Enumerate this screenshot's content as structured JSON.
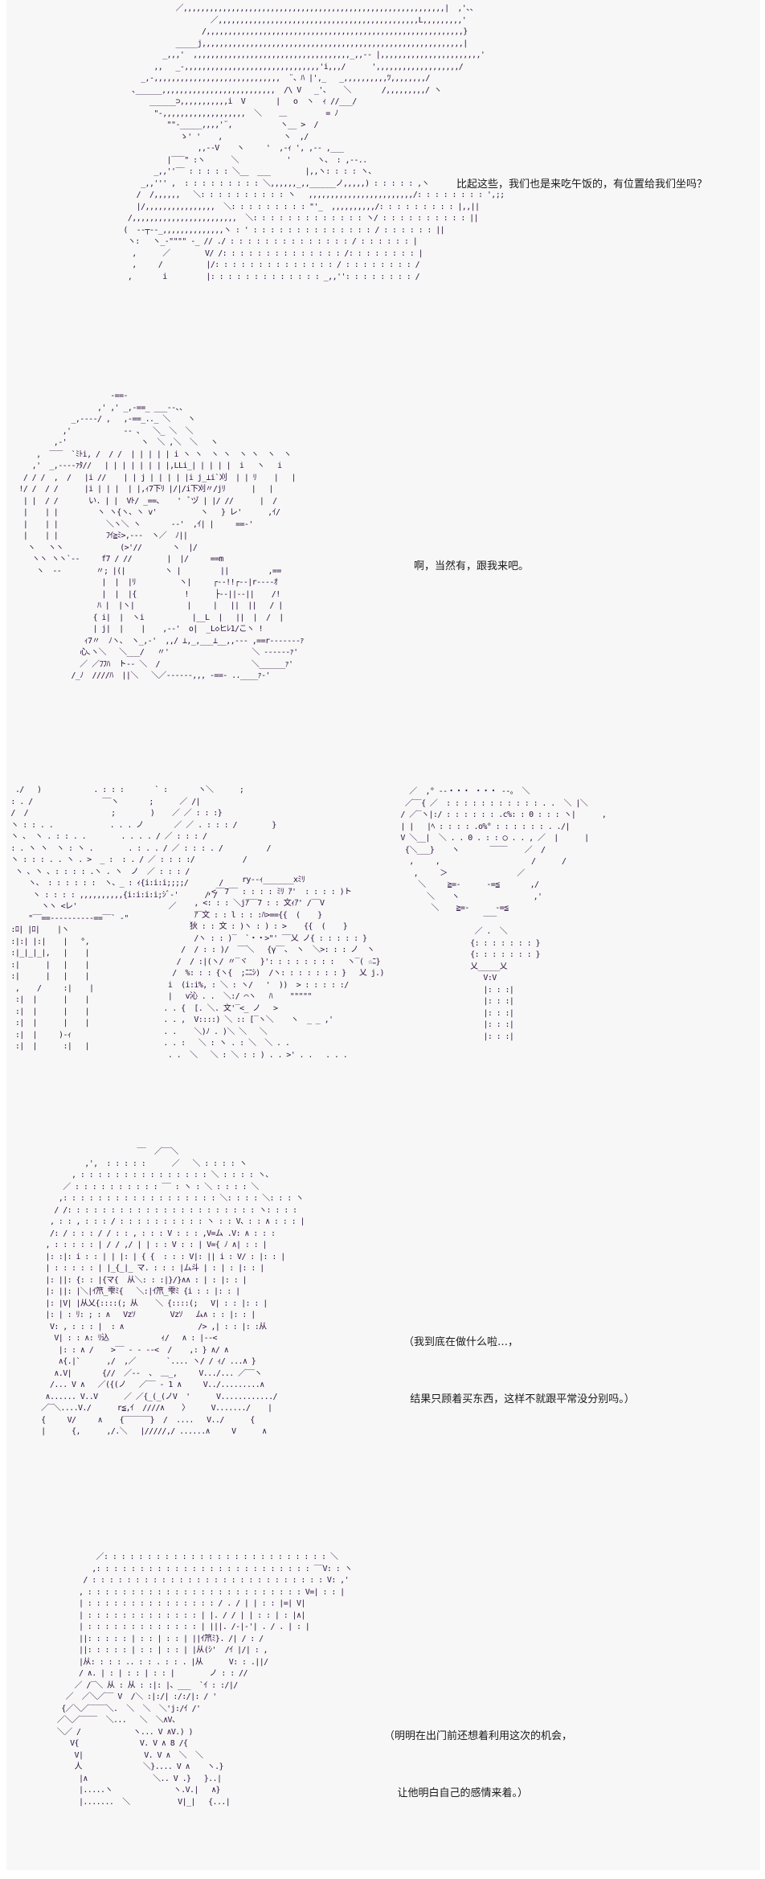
{
  "page": {
    "background": "#f7f7f7",
    "ink_color": "#2b0d3d"
  },
  "panels": [
    {
      "id": "panel-1",
      "dialogue": [
        "比起这些，我们也是来吃午饭的，有位置给我们坐吗？"
      ],
      "art": [
        "             ／,,,,,,,,,,,,,,,,,,,,,,,,,,,,,,,,,,,,,,,,,,,,,,,,,,,,,,,,,,,,|  ,'、、",
        "                     ／,,,,,,,,,,,,,,,,,,,,,,,,,,,,,,,,,,,,,,,,,,,,,,L,,,,,,,,,'",
        "                   /,,,,,,,,,,,,,,,,,,,,,,,,,,,,,,,,,,,,,,,,,,,,,,,,,,,,,,,,,,,}",
        "             _____j,,,,,,,,,,,,,,,,,,,,,,,,,,,,,,,,,,,,,,,,,,,,,,,,,,,,,,,,,,,,|",
        "          _,,,'  ,,,,,,,,,,,,,,,,,,,,,,,,,,,,,,,,,,,,_,,-‐ |,,,,,,,,,,,,,,,,,,,,,,,'",
        "        ,,   _-,,,,,,,,,,,,,,,,,,,,,,,,,,,,,,,'i,,,/      ',,,,,,,,,,,,,,,,,,,/",
        "     _,-,,,,,,,,,,,,,,,,,,,,,,,,,,,,,  ¨、ﾊ |',_   _,,,,,,,,,,ﾂ,,,,,,,,/",
        "   ､______,,,,,,,,,,,,,,,,,,,,,,,,,,  /\\ V   _'、   ＼       /,,,,,,,,,/ ヽ",
        "       ______⊃,,,,,,,,,,,i  V       |   o  ヽ  ｨ //___/",
        "        \"-,,,,,,,,,,,,,,,,,,,  ＼    ＿         = ﾉ",
        "           \"\"-_____,,,,'¨,           ヽ__ >  /",
        "              ゝ' '    ,              ヽ  ,/",
        "                  ,,--V    ヽ     '  ,-ｨ ', ,-- ,___",
        "           |‾‾‾\" :ヽ      ＼           '      ヽ、 : ,-‐..",
        "        _,,''‾‾ : : : : : ＼__  ___        |,,ヽ: : : : ヽ、",
        "     _,,''' ,  : : : : : : : : : ＼,,,,,,_,,______ノ,,,,,) : : : : : ,ヽ",
        "    /  /,,,,,,   ＼: : : : : : : : : : ヽ   ,,,,,,,,,,,,,,,,,,,,,,,,/: : : : : : : : ',;;",
        "    |/,,,,,,,,,,,,,,,,  ＼: : : : : : : : : \"'_  ,,,,,,,,,,/: : : : : : : : : |,,||",
        "  /,,,,,,,,,,,,,,,,,,,,,,,,  ＼: : : : : : : : : : : : : ヽ/ : : : : : : : : : : ||",
        " (  ‐‐┬‐-_,,,,,,,,,,,,,,ヽ : ' : : : : : : : : : : : : : : / : : : : : : ||",
        "  ヽ:   ヽ_-\"\"\"\" -_ // ./ : : : : : : : : : : : : : : / : : : : : : |",
        "   ,      ／        V/ /: : : : : : : : : : : : : : /: : : : : : : : |",
        "   ,     /          |/: : : : : : : : : : : : : : / : : : : : : : : /",
        "  ,       i         |: : : : : : : : : : : : : _,,'': : : : : : : : /"
      ]
    },
    {
      "id": "panel-2",
      "dialogue": [
        "啊，当然有，跟我来吧。"
      ],
      "art": [
        "                      -==-",
        "                   ,' ,' _,-==_ ___‐‐、、",
        "             _,‐‐‐‐/ ,   ,-==_.._ ＼    ヽ",
        "           ,'            ‐‐ 、  ＼_ ＼  ＼",
        "         ,‐'                 ヽ  ＼ ,＼  ＼   ヽ",
        "     ,  ‾‾‾  `ﾐﾄi, /  / /  | | | | | i ヽ ヽ  ヽ ヽ  ヽ ヽ  ヽ  ヽ",
        "    ,'  _,-‐‐-ｧﾀ//   | | | | | | | |,LLi_| | | | |  i   ヽ   i",
        "  / / /  ,  /   |i //    | | j | | | | |i j_⊥i`刈  | | ﾘ    |   |",
        " !/ /  / /      |i | | |  | |,ｨ7下ﾘ |/|/i下刈〃/jﾘ      |   |",
        "  | |  / /       い. | |  Vﾄ/ _==、   '  ﾞヅ | |/ //      |  /",
        "  |    | |         ヽ ヽ{ヽ、ヽ v'          ヽ   } レ'      ,ｲ/",
        "  |    | |           ＼ヽ＼ ヽ       ‐‐'  ,ｲ| |     ==‐'",
        "  |    | |           ﾌｲ≧ﾐ>,‐‐‐  ヽ／  ﾉ||",
        "   ヽ   ヽヽ             (>'//       ヽ  |/",
        "    ヽヽ ヽヽ`‐‐     f7 / //        |  |/     ==m",
        "     ヽ  ‐‐        〃; |(|         ヽ |         ||         ,==",
        "                    |  |  |ﾘ          ヽ|     ┌‐‐!!┌‐‐|r‐‐‐‐ｵ",
        "                    |  |  |{           !      ├‐‐||‐‐||    /!",
        "                   ﾊ |  |ヽ|            |     |   ||  ||   / |",
        "                  { i|  |  ヽi           |__L  |   ||  |  /  |",
        "                  | j|  |    |    ,‐‐'  o|  _L◇ヒﾚ1/こヽ !",
        "                ｨ7〃  ﾉヽ、 ヽ_,-'  ,,/ ⊥,_,___⊥__,,‐‐‐ ,==r‐‐‐‐‐‐‐ｧ",
        "               心､ヽ＼   ＼___/   〃'                   ＼ ‐‐‐‐‐‐ｧ'",
        "               ／ ／ﾌﾌﾊ  ト‐‐ ＼  /                     ＼______ｧ'",
        "             /_ﾉ  ////ﾊ  ||＼   ＼／‐‐‐‐‐‐,,, -==- ..____ｧ-'"
      ]
    },
    {
      "id": "panel-3",
      "dialogue": [],
      "art_left": [
        "  ./   )            . : : :       ` :       ヽ＼      ;",
        " : . /                ‾‾ヽ       ;      ／ /|",
        " /  /                   ;        )    ／ ／ : : :}",
        " ヽ : : . .             . . . ノ       ／ ／ . : : : /        }",
        " ヽ ､  ヽ . : : . .        . . . . / ／ : : : /",
        " : . ヽ ヽ  ヽ : ヽ .        . : . . / ／ : : : . /          /",
        " ヽ : : : . . ヽ . >  _ :  : . / ／ : : : :/           /",
        "  ヽ ､ ヽ ､ : : : : .ヽ . ヽ  ノ  ／ : : : /",
        "     ヽ、 : : : : : :  ヽ、_ : ｨ{i:i:i;;;;/       /",
        "      ヽ : : : : ,,,,,,,,,,{i:i:i:i;ｼﾞ‐'      / /",
        "        ヽヽ <レ'                     ／",
        "     \"‾‾==‐‐‐‐‐‐‐‐‐‐==‾‾` ‐\"",
        " :ﾛ| |ﾛ|    |ヽ",
        " :|:| |:|    |   °,",
        " :|_|_|_|,   |    |",
        " :|      |   |    |",
        " :|      |   |    |",
        "  ,    /     :|    |",
        "  :|  |      |    |",
        "  :|  |      |    |",
        "  :|  |      |    |",
        "  :|  |     )‐ｨ",
        "  :|  |      :|   |"
      ],
      "art_center": [
        "                   ry‐‐ｨ_______xﾐﾘ",
        "           ,<‾‾7‾‾ : : : : ﾐﾘ ｱ'  : : : : )ト",
        "        , <: : : ＼jｱ‾‾7 : : 文ｨｱ' /‾‾V",
        "        ｱ‾文 : : l : : :ﾊ>=={{  (    }",
        "       狄 : : 文 : )ヽ : ) : >    {{  (    }",
        "        /ヽ : : )‾  `・・>\"' ‾‾乂 ノ{ : : : : : }",
        "     /  / : : )/  ‾‾＼   {γ‾‾、 ヽ  ＼>: : : ノ  ヽ",
        "    /  / :|(ヽ/ 〃‾ヾ   }': : : : : : : :   ヽ‾( ☆ﾆ}",
        "   /  %: : : {ヽ{  ;ﾆﾆｼ)  /ヽ: : : : : : : }   乂 j.)",
        "  i  (i:i%, : ＼ : ヽ/   '  ))  > : : : : :/",
        "  |   v沁 . .  ＼:/ ⌒ヽ   ﾊ    \"\"\"\"\"",
        " . . {  [. ＼. 文'‾<_ ノ   >",
        " . . ,  V::::) ＼ :: [‾ヽ＼    ヽ  _ _ ,'",
        " . .    ＼)ﾉ . )＼ ＼   ＼",
        " . . :   ＼ : ヽ . : ＼  ＼ . .",
        "  . .  ＼   ＼ : ＼ : : ) . . >' . .   . . ."
      ],
      "art_right": [
        "   ／  ,° ‐‐・・・ ・・・ ‐‐。 ＼",
        "  ／‾‾{ ／  : : : : : : : : : : : . .  ＼ |＼",
        " / ／‾ヽ|:/ : : : : : : .c%: : 0 : : : ヽ|      ,",
        " | |   |ﾍ : : : : .o%° : : : : : : . ./|",
        " V ＼__|  ＼ . . 0 . : : ◯ . . , ／  |      |",
        "  {＼___}    ヽ       ‾‾‾‾    ／  /",
        "   ,     ,                     /      /",
        "    ,     ＞                ／",
        "     ＼     ≧=-      -=≦       ,/",
        "       ＼    ヽ                 ,'",
        "        ＼    ≧=-      -=≦",
        "                    ‾‾‾",
        "                  ／ .  ＼",
        "                 {: : : : : : : }",
        "                 {: : : : : : : }",
        "                 乂_____乂",
        "                    V:V",
        "                    |: : :|",
        "                    |: : :|",
        "                    |: : :|",
        "                    |: : :|",
        "                    |: : :|"
      ]
    },
    {
      "id": "panel-4",
      "dialogue": [
        "（我到底在做什么啦…，",
        "  结果只顾着买东西，这样不就跟平常没分别吗。）"
      ],
      "art": [
        "                           ‾‾  ／‾‾＼",
        "               ,',  : : : : :      ／   ＼ : : : : ヽ",
        "            , : : : : : : : : : : : : : : : ＼ : : : : ヽ、",
        "          ／ : : : : : : : : : : ‾‾ : ヽ : ＼ : : : : ＼",
        "         ,: : : : : : : : : : : : : : : : : : ＼: : : : ＼: : : ヽ",
        "        / /: : : : : : : : : : : : : : : : : : : : : : ヽ: : : :",
        "       , : : , : : : / : : : : : : : : : : ヽ : : V、: : ∧ : : : |",
        "       /: / : : : / / : : , : : : V : : : ,V=ム .V: ∧ : : :",
        "      , : : : : : | / / ,/ | | : : V : : | V={ ﾉ ∧| : : |",
        "      |: :|: i : : | | |: | { {  : : : V|: || i : V/ : |: : |",
        "      | : : : : : | |_{_|_ マ. : : : |ム斗 | : | : |: : |",
        "      |: ||: {: : |{マ{  从＼: : :|}/}∧∧ : | : |: : |",
        "      |: ||: |＼|ｲ笊_雫ﾐ{   ＼:|ｲ笊_雫ﾐ {i : : |: : |",
        "      |: |V| |从乂{::::(; 从    ＼ {::::(;   V| : : |: : |",
        "      |: | : ﾘ: ; : ∧   Vzｿ        Vzｿ   ム∧ : : |: : |",
        "       V: , : : : |  : ∧                 /> ,| : : |: :从",
        "        V| : : ∧: ﾘ込            ｨ/   ∧ : |‐‐<",
        "         |: : ∧ /    >‾‾ ‐ ‐ ‐‐<  /    ,: } ∧/ ∧",
        "         ∧{.|`      ,/  ,／       `.... ヽ/ / ｨ/ ...∧ }",
        "        ∧.V|       {//  ／‐‐  、 ＿_,     V.../... ／‾‾ヽ",
        "       /... V ∧   ／({(ノ   ／‾‾ ‐ 1 ∧     V../.........∧",
        "      ∧...... V..V      ／ ／{_(_(ノV  '      V............/",
        "     ／‾＼....V./      r≦,ｲ  ////∧    〉     V......./    |",
        "     {     V/     ∧    {‾‾‾‾‾‾}  /  ....   V../      {",
        "     |      {,      ,/.＼   |/////,/ ......∧     V      ∧"
      ]
    },
    {
      "id": "panel-5",
      "dialogue": [
        "（明明在出门前还想着利用这次的机会，",
        "    让他明白自己的感情来着。）"
      ],
      "art": [
        "           ／: : : : : : : : : : : : : : : : : : : : : : : : : : ＼",
        "          ,: : : : : : : : : : : : : : : : : : : : : : : : : ‾‾V: : ヽ",
        "        / : : : : : : : : : : : : : : : : : : : : : : : : : : : V: ,'",
        "       , : : : : : : : : : : : : : : : : : : : : : : : : : V=| : : |",
        "       | : : : : : : : : : : : : : : : / . / | | : : |=| V|",
        "       | : : : : : : : : : : : : : | |. / / | | : : | : |∧|",
        "       | : : : : : : : : : : : : : | |||. /‐|‐'| . / . | : |",
        "       ||: : : : : | : : | : : | ||ｲ笊ﾐ}. /| / : /",
        "       ||: : : : : | : : | : : | |从(ｼ'  /ｲ |/| : ,",
        "       |从: : : : .. : : . : : . |从      V: : .||/",
        "       / ∧. | : | : : | : : |        ノ : : //",
        "      ／ /‾＼ 从 : 从 : :|: |、___  `ｲ : :/|/",
        "    ／  ／＼／‾‾ V  /＼ :|:/| :/:/|: / '",
        "   {／＼／‾‾‾‾＼.  ＼  ＼  ＼'j:/ｲ /'",
        "  ／＼／‾‾‾‾  ＼...   ＼  ＼∧V、",
        "  ＼／ /            ヽ... V ∧V.) )",
        "     V{              V. V ∧ 8 /{",
        "      V|              V. V ∧  ＼  ＼",
        "      人              ＼}.... V ∧    ヽ.}",
        "       |∧               ＼.. V .}   }..|",
        "       |.....ヽ              ヽ.V.|   ∧}",
        "       |.......  ＼           V|_|   {...|"
      ]
    }
  ]
}
